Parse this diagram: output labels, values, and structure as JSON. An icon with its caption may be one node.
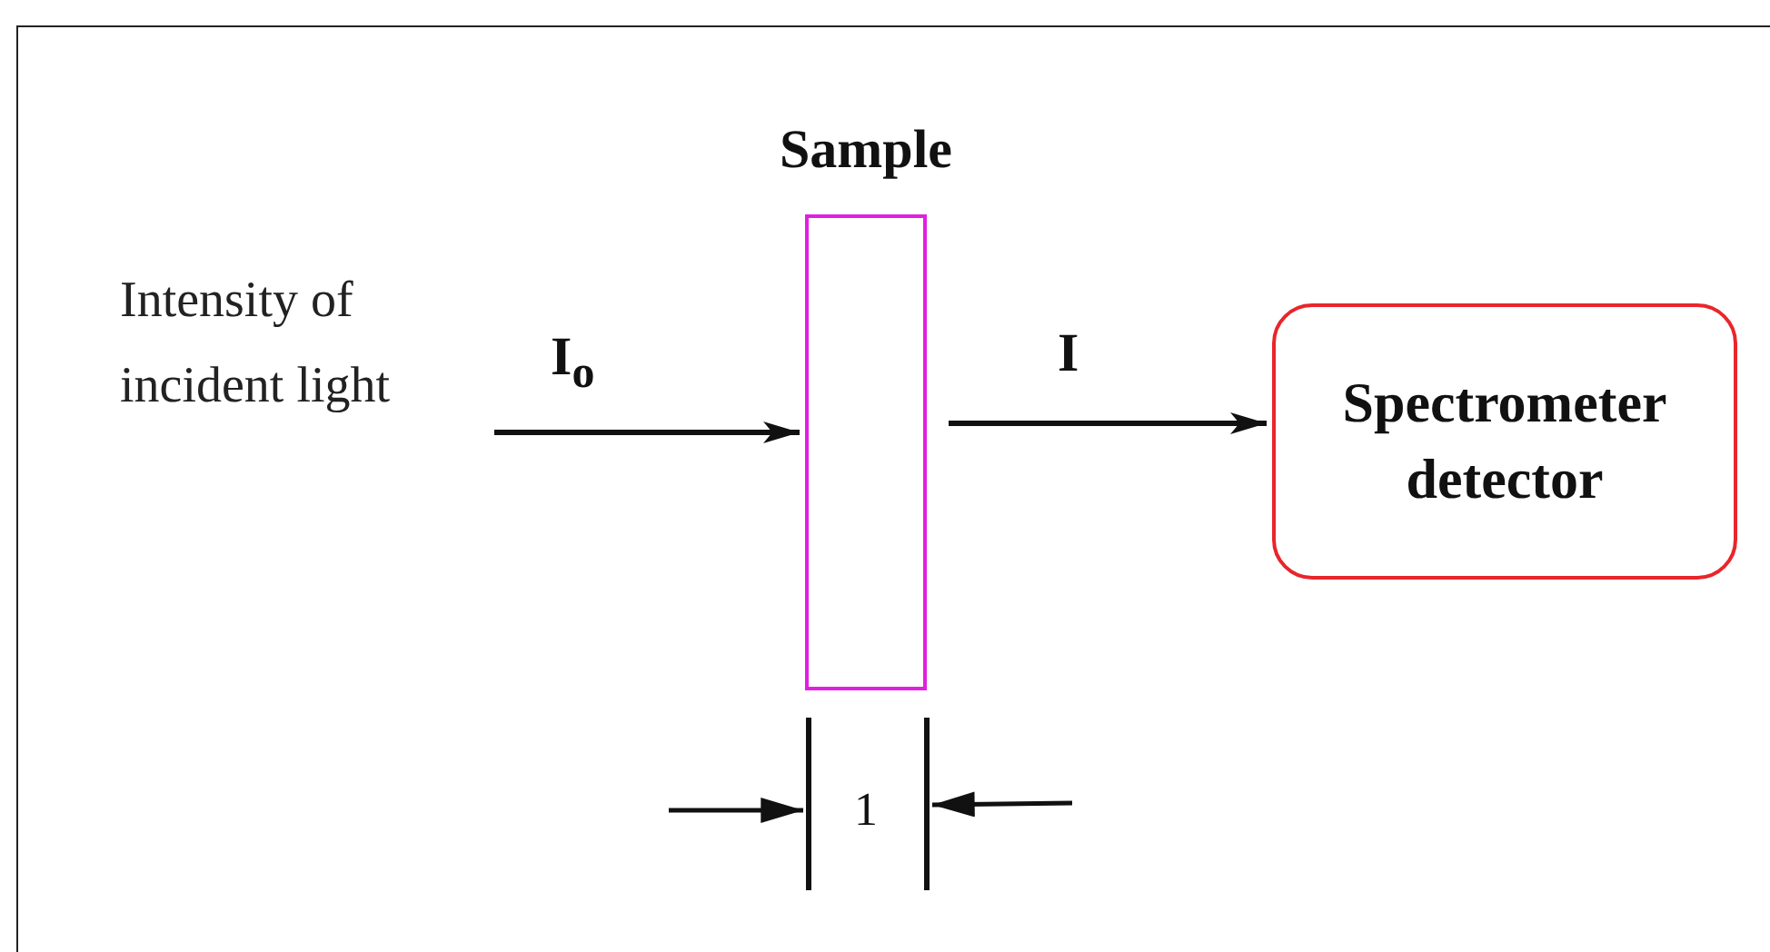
{
  "diagram": {
    "nodes": [
      {
        "text": [
          "Intensity of incident light"
        ]
      },
      {
        "text": [
          "Sample"
        ]
      },
      {
        "text": [
          "Spectrometer detector"
        ]
      }
    ],
    "edges": [
      {
        "from": 0,
        "to": 1,
        "arrow": "to",
        "label": "I$_{o}$"
      },
      {
        "from": 1,
        "to": 2,
        "arrow": "to",
        "label": "I"
      }
    ],
    "labels": [
      "1"
    ]
  }
}
